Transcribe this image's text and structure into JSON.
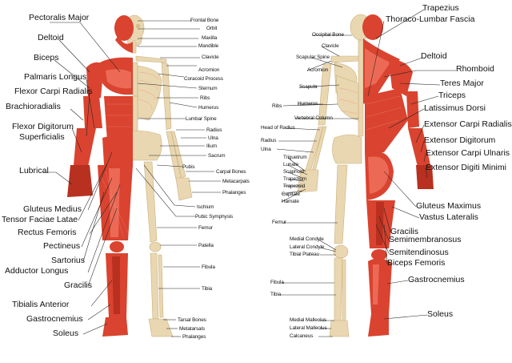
{
  "colors": {
    "muscle": "#d9432f",
    "muscle_dark": "#b8301f",
    "bone": "#e9d7b1",
    "text": "#111111"
  },
  "front": {
    "muscle_labels": [
      "Pectoralis Major",
      "Deltoid",
      "Biceps",
      "Palmaris Longus",
      "Flexor Carpi Radialis",
      "Brachioradialis",
      "Flexor Digitorum",
      "Superficialis",
      "Lubrical",
      "Gluteus Medius",
      "Tensor Faciae Latae",
      "Rectus Femoris",
      "Pectineus",
      "Sartorius",
      "Adductor Longus",
      "Gracilis",
      "Tibialis Anterior",
      "Gastrocnemius",
      "Soleus"
    ],
    "bone_labels": [
      "Frontal Bone",
      "Orbit",
      "Maxilla",
      "Mandible",
      "Clavicle",
      "Acromion",
      "Coracoid Process",
      "Sternum",
      "Ribs",
      "Humerus",
      "Lumbar Spine",
      "Radius",
      "Ulna",
      "Ilium",
      "Sacrum",
      "Pubis",
      "Carpal Bones",
      "Metacarpals",
      "Phalanges",
      "Ischium",
      "Pubic Symphysis",
      "Femur",
      "Patella",
      "Fibula",
      "Tibia",
      "Tarsal Bones",
      "Metatarsals",
      "Phalanges"
    ]
  },
  "back": {
    "bone_labels": [
      "Occipital Bone",
      "Clavicle",
      "Scapular Spine",
      "Acromion",
      "Scapula",
      "Humerus",
      "Ribs",
      "Vertebral Column",
      "Head of Radius",
      "Radius",
      "Ulna",
      "Triquetrum",
      "Lunate",
      "Scaphoid",
      "Trapezium",
      "Trapezoid",
      "Capitate",
      "Hamate",
      "Femur",
      "Medial Condyle",
      "Lateral Condyle",
      "Tibial Plateau",
      "Fibula",
      "Tibia",
      "Medial Malleolus",
      "Lateral Malleolus",
      "Calcaneus"
    ],
    "muscle_labels": [
      "Trapezius",
      "Thoraco-Lumbar Fascia",
      "Deltoid",
      "Rhomboid",
      "Teres Major",
      "Triceps",
      "Latissimus Dorsi",
      "Extensor Carpi Radialis",
      "Extensor Digitorum",
      "Extensor Carpi Ulnaris",
      "Extensor Digiti Minimi",
      "Gluteus Maximus",
      "Vastus Lateralis",
      "Gracilis",
      "Semimembranosus",
      "Semitendinosus",
      "Biceps Femoris",
      "Gastrocnemius",
      "Soleus"
    ]
  }
}
